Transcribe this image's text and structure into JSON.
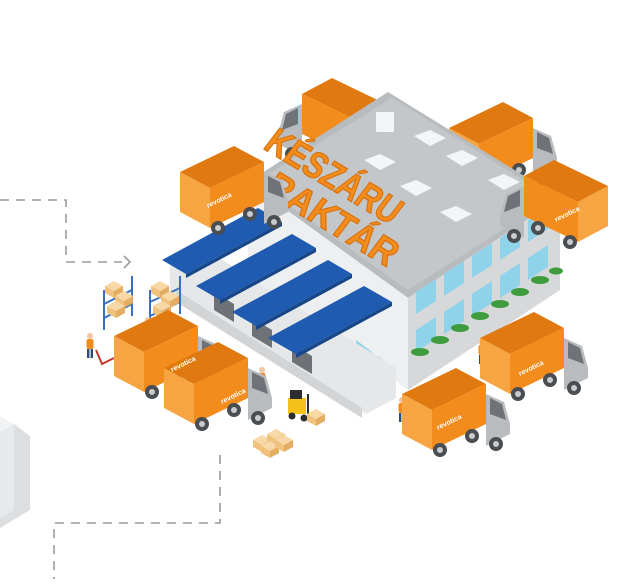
{
  "illustration": {
    "sign_line_1": "KÉSZÁRU",
    "sign_line_2": "RAKTÁR",
    "truck_brand": "revotica"
  },
  "colors": {
    "brand_orange": "#f28c1c",
    "orange_dark": "#d8700c",
    "roof_blue": "#1f5bb0",
    "roof_grey": "#b9bcbf",
    "wall_light": "#eeeff0",
    "wall_shade": "#d6d8da",
    "window_blue": "#8fd3ea",
    "hedge_green": "#3e9c3e",
    "truck_grey": "#9a9c9f",
    "dash_grey": "#9a9a9a"
  }
}
